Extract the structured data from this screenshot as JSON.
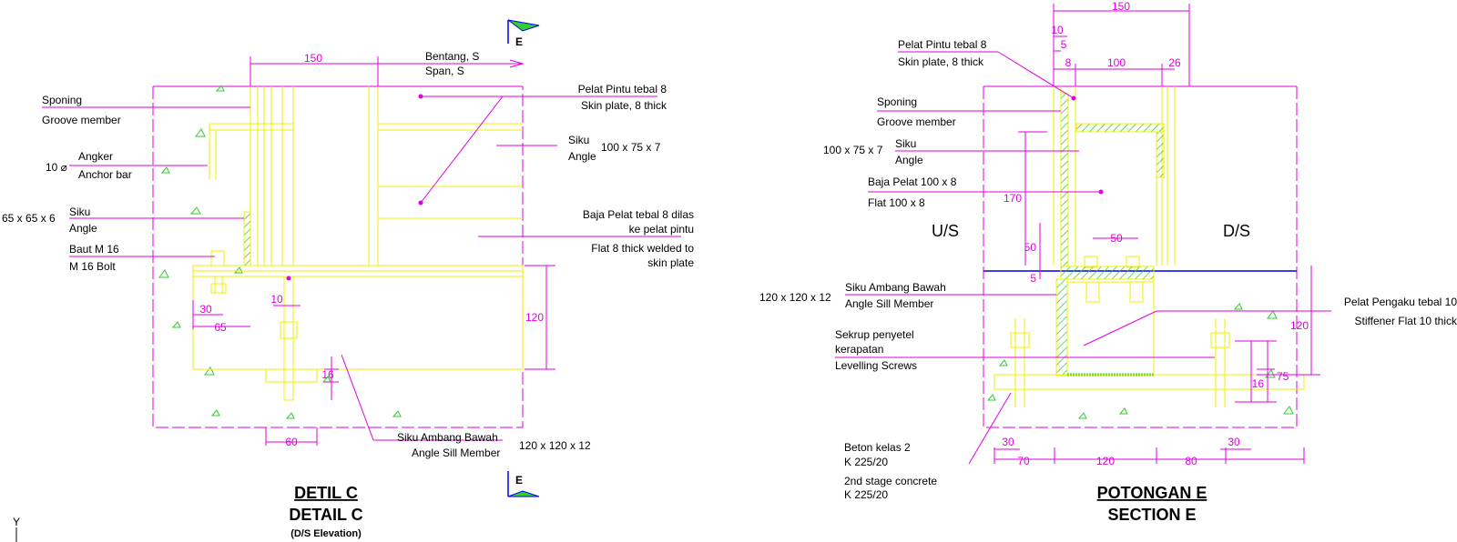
{
  "north_marker": "E",
  "detail_c": {
    "title_id": "DETIL C",
    "title_en": "DETAIL C",
    "subtitle": "(D/S Elevation)",
    "dims": {
      "d150": "150",
      "d10": "10",
      "d30": "30",
      "d65": "65",
      "d120": "120",
      "d16": "16",
      "d60": "60"
    },
    "labels": {
      "span_id": "Bentang, S",
      "span_en": "Span, S",
      "sponing_id": "Sponing",
      "sponing_en": "Groove member",
      "anchor_qty": "10 ⌀",
      "anchor_id": "Angker",
      "anchor_en": "Anchor bar",
      "angle_size": "65 x 65 x 6",
      "angle_id": "Siku",
      "angle_en": "Angle",
      "bolt_id": "Baut M 16",
      "bolt_en": "M 16 Bolt",
      "skin_id": "Pelat Pintu tebal 8",
      "skin_en": "Skin plate, 8 thick",
      "siku2_id": "Siku",
      "siku2_en": "Angle",
      "siku2_size": "100 x 75 x 7",
      "flat_id1": "Baja Pelat tebal 8 dilas",
      "flat_id2": "ke pelat pintu",
      "flat_en1": "Flat 8 thick welded to",
      "flat_en2": "skin plate",
      "sill_id": "Siku Ambang Bawah",
      "sill_en": "Angle Sill Member",
      "sill_size": "120 x 120 x 12"
    }
  },
  "section_e": {
    "title_id": "POTONGAN  E",
    "title_en": "SECTION  E",
    "dims": {
      "d150": "150",
      "d10": "10",
      "d5": "5",
      "d8": "8",
      "d100": "100",
      "d26": "26",
      "d170": "170",
      "d50v": "50",
      "d5v": "5",
      "d50h": "50",
      "d120v": "120",
      "d16": "16",
      "d75": "75",
      "b30a": "30",
      "b70": "70",
      "b120": "120",
      "b80": "80",
      "b30b": "30"
    },
    "labels": {
      "skin_id": "Pelat Pintu tebal 8",
      "skin_en": "Skin plate, 8 thick",
      "sponing_id": "Sponing",
      "sponing_en": "Groove member",
      "angle_size": "100 x 75 x 7",
      "angle_id": "Siku",
      "angle_en": "Angle",
      "flat_id": "Baja Pelat 100 x 8",
      "flat_en": "Flat 100 x 8",
      "us": "U/S",
      "ds": "D/S",
      "sill_size": "120 x 120 x 12",
      "sill_id": "Siku Ambang Bawah",
      "sill_en": "Angle Sill Member",
      "stiff_id": "Pelat Pengaku tebal 10",
      "stiff_en": "Stiffener Flat 10  thick",
      "screw_id1": "Sekrup penyetel",
      "screw_id2": "kerapatan",
      "screw_en": "Levelling Screws",
      "concrete_id1": "Beton kelas 2",
      "concrete_id2": "K 225/20",
      "concrete_en1": "2nd stage concrete",
      "concrete_en2": "K 225/20"
    }
  },
  "ucs_label": "Y",
  "colors": {
    "magenta": "#e000e0",
    "yellow": "#f0f000",
    "green": "#33cc33",
    "blue": "#0000ee"
  }
}
